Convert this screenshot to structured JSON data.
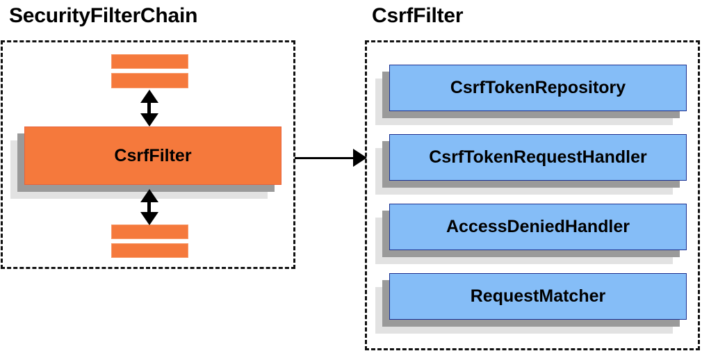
{
  "diagram": {
    "title_left": "SecurityFilterChain",
    "title_right": "CsrfFilter",
    "colors": {
      "orange_fill": "#f5793c",
      "orange_border": "#e8623a",
      "blue_fill": "#85bdf7",
      "blue_border": "#1b2f8f",
      "shadow_dark": "#9a9a9a",
      "shadow_light": "#e2e2e2",
      "stroke": "#111111",
      "text": "#000000"
    }
  },
  "left_panel": {
    "title": "SecurityFilterChain",
    "top_bars": [
      {
        "label": ""
      },
      {
        "label": ""
      }
    ],
    "highlighted_filter": {
      "label": "CsrfFilter"
    },
    "bottom_bars": [
      {
        "label": ""
      },
      {
        "label": ""
      }
    ],
    "connectors": [
      {
        "name": "top-double-arrow",
        "direction": "vertical-bidirectional"
      },
      {
        "name": "bottom-double-arrow",
        "direction": "vertical-bidirectional"
      }
    ]
  },
  "cross_connector": {
    "name": "filter-to-detail-arrow",
    "direction": "right"
  },
  "right_panel": {
    "title": "CsrfFilter",
    "components": [
      {
        "label": "CsrfTokenRepository"
      },
      {
        "label": "CsrfTokenRequestHandler"
      },
      {
        "label": "AccessDeniedHandler"
      },
      {
        "label": "RequestMatcher"
      }
    ]
  }
}
